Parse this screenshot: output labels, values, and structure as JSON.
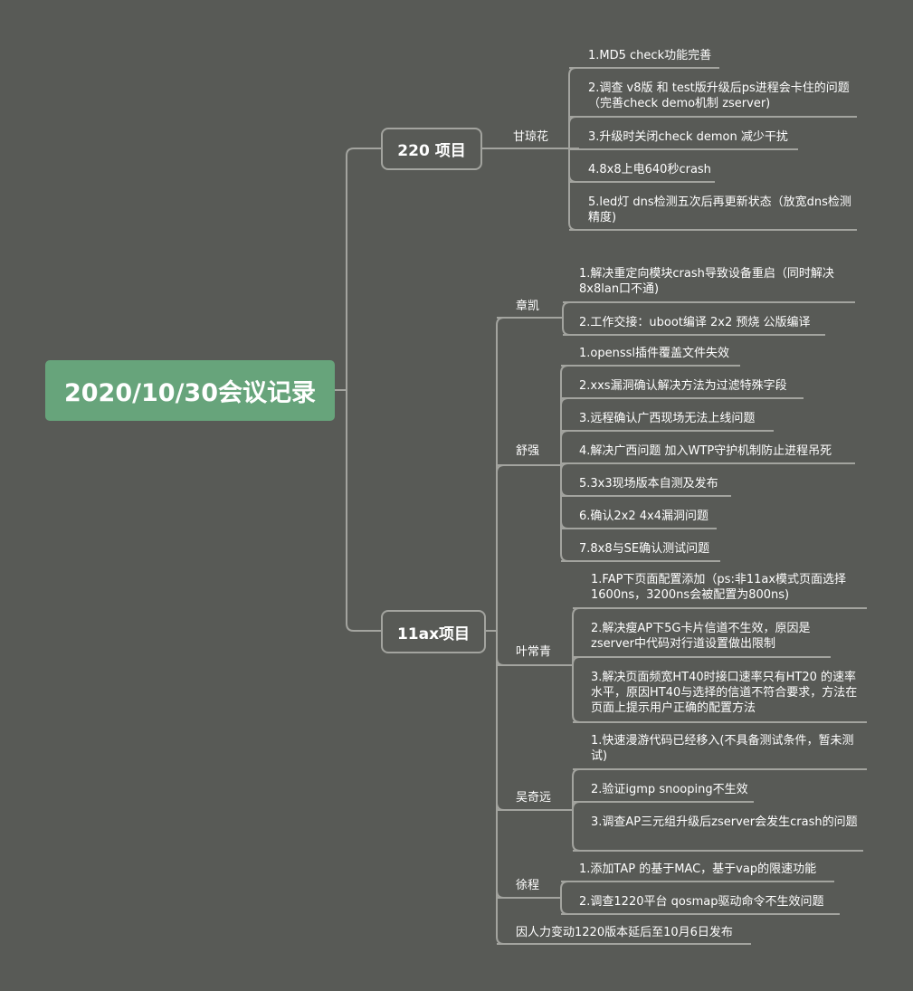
{
  "root": {
    "title": "2020/10/30会议记录"
  },
  "projects": {
    "p220": {
      "label": "220 项目",
      "person": "甘琼花",
      "items": [
        "1.MD5 check功能完善",
        "2.调查 v8版 和 test版升级后ps进程会卡住的问题（完善check demo机制 zserver)",
        "3.升级时关闭check demon 减少干扰",
        "4.8x8上电640秒crash",
        "5.led灯 dns检测五次后再更新状态（放宽dns检测精度)"
      ]
    },
    "p11ax": {
      "label": "11ax项目",
      "people": [
        {
          "name": "章凯",
          "items": [
            "1.解决重定向模块crash导致设备重启（同时解决8x8lan口不通)",
            "2.工作交接：uboot编译 2x2 预烧 公版编译"
          ]
        },
        {
          "name": "舒强",
          "items": [
            "1.openssl插件覆盖文件失效",
            "2.xxs漏洞确认解决方法为过滤特殊字段",
            "3.远程确认广西现场无法上线问题",
            "4.解决广西问题 加入WTP守护机制防止进程吊死",
            "5.3x3现场版本自测及发布",
            "6.确认2x2 4x4漏洞问题",
            "7.8x8与SE确认测试问题"
          ]
        },
        {
          "name": "叶常青",
          "items": [
            "1.FAP下页面配置添加（ps:非11ax模式页面选择1600ns，3200ns会被配置为800ns)",
            "2.解决瘦AP下5G卡片信道不生效，原因是zserver中代码对行道设置做出限制",
            "3.解决页面频宽HT40时接口速率只有HT20 的速率水平，原因HT40与选择的信道不符合要求，方法在页面上提示用户正确的配置方法"
          ]
        },
        {
          "name": "吴奇远",
          "items": [
            "1.快速漫游代码已经移入(不具备测试条件，暂未测试)",
            "2.验证igmp snooping不生效",
            "3.调查AP三元组升级后zserver会发生crash的问题"
          ]
        },
        {
          "name": "徐程",
          "items": [
            "1.添加TAP 的基于MAC，基于vap的限速功能",
            "2.调查1220平台 qosmap驱动命令不生效问题"
          ]
        }
      ],
      "note": "因人力变动1220版本延后至10月6日发布"
    }
  },
  "colors": {
    "background": "#585a56",
    "root": "#67a47b",
    "line": "#a3a49f",
    "text": "#ffffff"
  }
}
